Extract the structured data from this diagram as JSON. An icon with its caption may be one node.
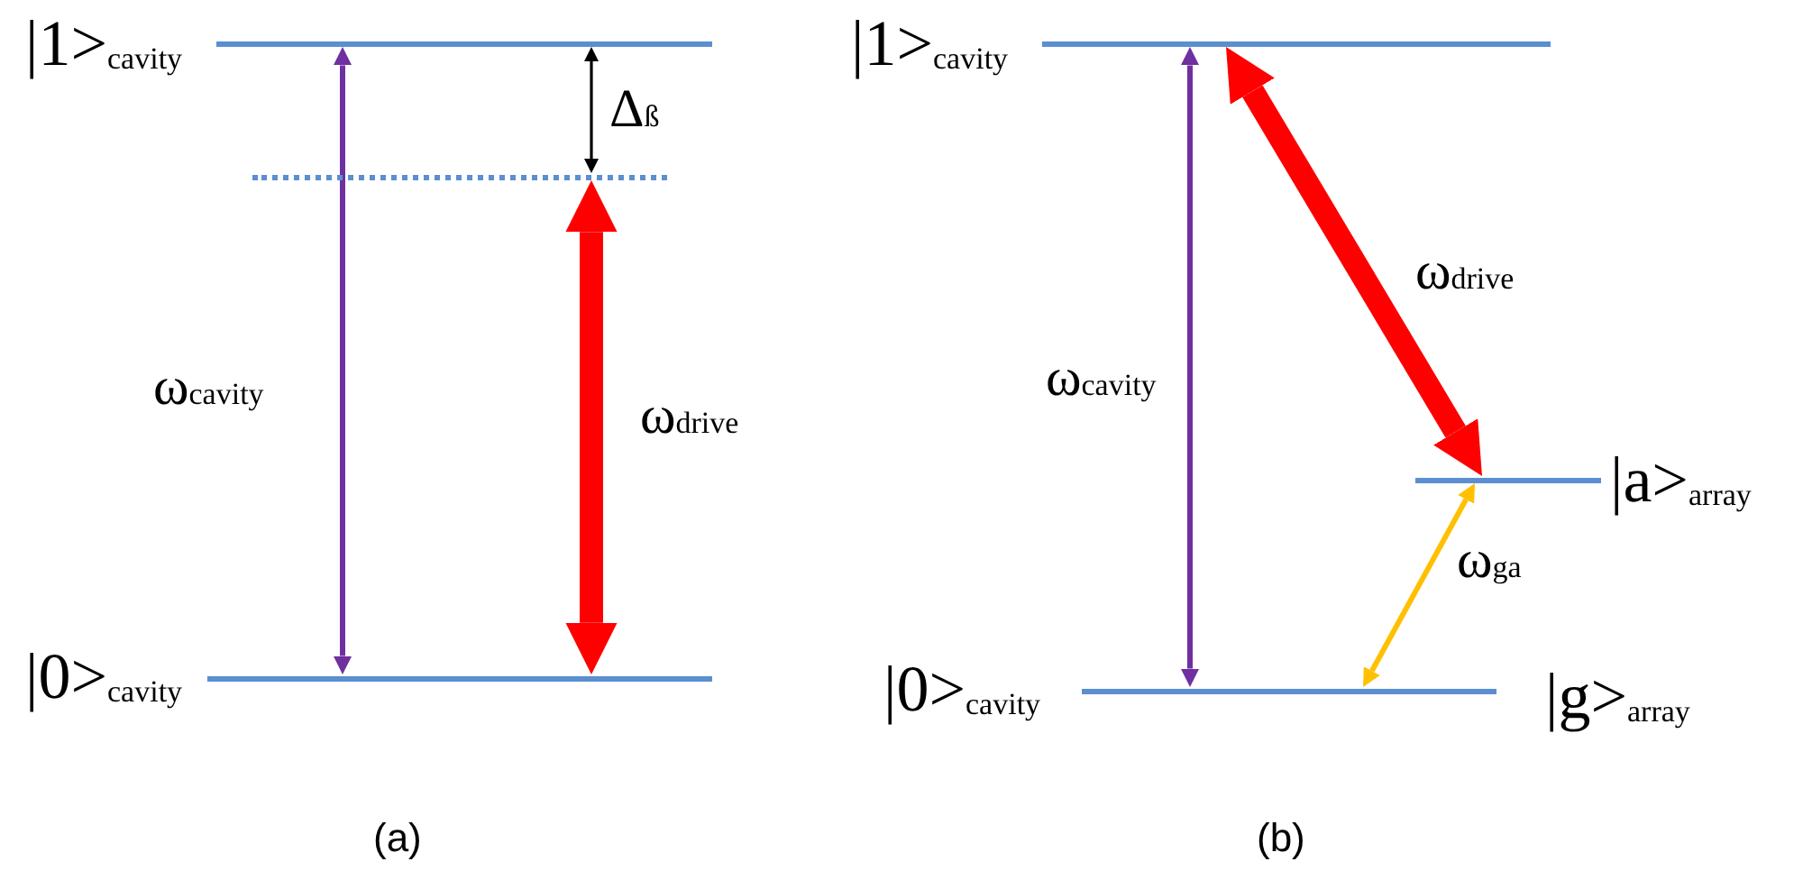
{
  "diagram": {
    "nodes": [
      {
        "text": [
          "|1>$_{cavity}$"
        ]
      },
      {
        "text": [],
        "shape": "line"
      },
      {
        "text": [
          "|0>$_{cavity}$"
        ]
      },
      {
        "text": [
          "|1>$_{cavity}$"
        ]
      },
      {
        "text": [
          "|a>$_{array}$"
        ]
      },
      {
        "text": [
          "|0>$_{cavity}$",
          "|g>$_{array}$"
        ]
      }
    ],
    "edges": [
      {
        "from": 0,
        "to": 2,
        "arrow": "both",
        "label": "ω$_{cavity}$",
        "color": "#7030a0"
      },
      {
        "from": 0,
        "to": 1,
        "arrow": "both",
        "label": "Δ$_{ß}$",
        "color": "#000000"
      },
      {
        "from": 1,
        "to": 2,
        "arrow": "both",
        "label": "ω$_{drive}$",
        "style": "thick",
        "color": "#ff0000"
      },
      {
        "from": 3,
        "to": 5,
        "arrow": "both",
        "label": "ω$_{cavity}$",
        "color": "#7030a0"
      },
      {
        "from": 3,
        "to": 4,
        "arrow": "both",
        "label": "ω$_{drive}$",
        "style": "thick",
        "color": "#ff0000"
      },
      {
        "from": 4,
        "to": 5,
        "arrow": "both",
        "label": "ω$_{ga}$",
        "color": "#ffc000"
      }
    ],
    "labels": [
      "(a)",
      "(b)"
    ]
  }
}
